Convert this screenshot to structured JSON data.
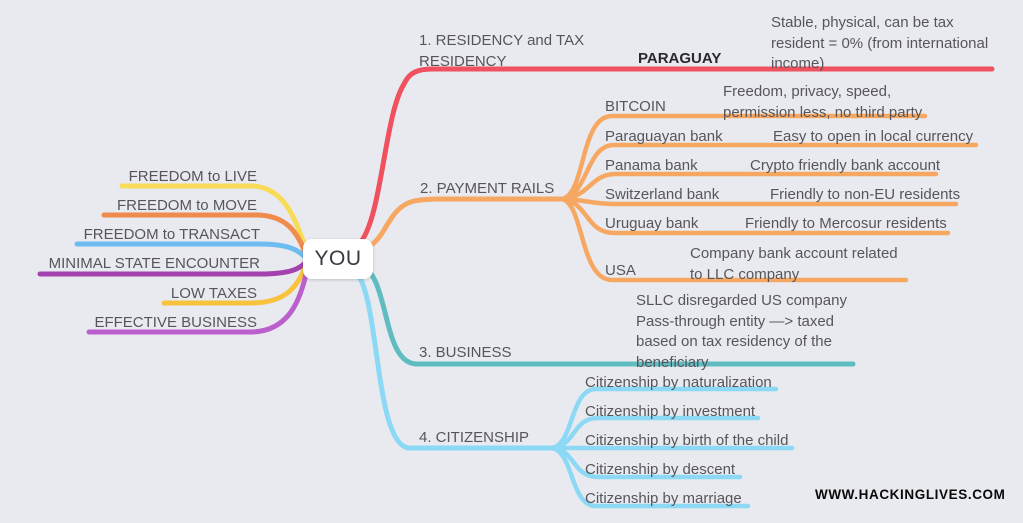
{
  "center": {
    "label": "YOU"
  },
  "watermark": "WWW.HACKINGLIVES.COM",
  "left_branches": [
    {
      "label": "FREEDOM to LIVE",
      "color": "#F8DB56"
    },
    {
      "label": "FREEDOM to MOVE",
      "color": "#F08A4D"
    },
    {
      "label": "FREEDOM to TRANSACT",
      "color": "#6CBCF0"
    },
    {
      "label": "MINIMAL STATE ENCOUNTER",
      "color": "#A342AE"
    },
    {
      "label": "LOW TAXES",
      "color": "#F7C33F"
    },
    {
      "label": "EFFECTIVE BUSINESS",
      "color": "#BB5FCC"
    }
  ],
  "right_branches": [
    {
      "label": "1. RESIDENCY and TAX\nRESIDENCY",
      "color": "#F0515F",
      "child": "PARAGUAY",
      "detail": "Stable, physical, can be tax\nresident = 0% (from international\nincome)"
    },
    {
      "label": "2. PAYMENT RAILS",
      "color": "#F6A863",
      "children": [
        {
          "label": "BITCOIN",
          "detail": "Freedom, privacy, speed,\npermission less, no third party"
        },
        {
          "label": "Paraguayan bank",
          "detail": "Easy to open in local currency"
        },
        {
          "label": "Panama bank",
          "detail": "Crypto friendly bank account"
        },
        {
          "label": "Switzerland bank",
          "detail": "Friendly to non-EU residents"
        },
        {
          "label": "Uruguay bank",
          "detail": "Friendly to Mercosur residents"
        },
        {
          "label": "USA",
          "detail": "Company bank account related\nto LLC company"
        }
      ]
    },
    {
      "label": "3. BUSINESS",
      "color": "#5FBDC1",
      "detail": "SLLC disregarded US company\nPass-through entity —> taxed\nbased on tax residency of the\nbeneficiary"
    },
    {
      "label": "4. CITIZENSHIP",
      "color": "#8CD9F5",
      "children": [
        {
          "label": "Citizenship by naturalization"
        },
        {
          "label": "Citizenship by investment"
        },
        {
          "label": "Citizenship by birth of the child"
        },
        {
          "label": "Citizenship by descent"
        },
        {
          "label": "Citizenship by marriage"
        }
      ]
    }
  ]
}
